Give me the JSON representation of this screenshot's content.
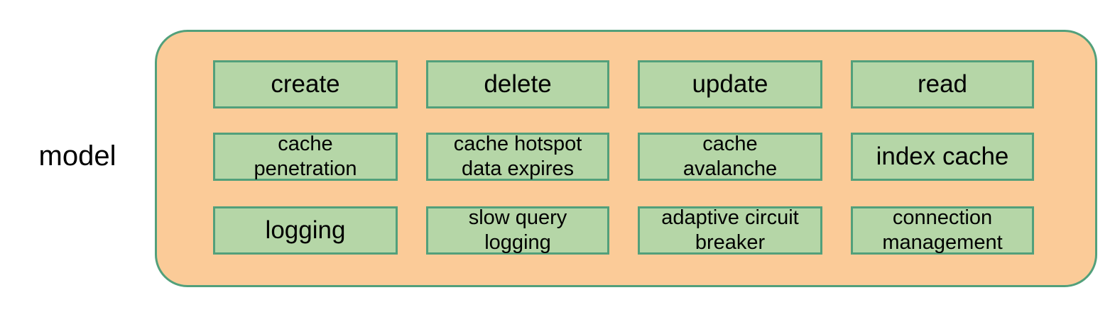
{
  "diagram": {
    "group_label": "model",
    "colors": {
      "group_fill": "#fbcb98",
      "group_border": "#52a07b",
      "node_fill": "#b5d6a7",
      "node_border": "#52a07b",
      "text": "#000000",
      "page_background": "#ffffff"
    },
    "grid": {
      "rows": 3,
      "columns": 4
    },
    "nodes": [
      {
        "id": "create",
        "label": "create",
        "row": 0,
        "col": 0,
        "lines": 1
      },
      {
        "id": "delete",
        "label": "delete",
        "row": 0,
        "col": 1,
        "lines": 1
      },
      {
        "id": "update",
        "label": "update",
        "row": 0,
        "col": 2,
        "lines": 1
      },
      {
        "id": "read",
        "label": "read",
        "row": 0,
        "col": 3,
        "lines": 1
      },
      {
        "id": "cache-penetration",
        "label": "cache\npenetration",
        "row": 1,
        "col": 0,
        "lines": 2
      },
      {
        "id": "cache-hotspot-data-expires",
        "label": "cache hotspot\ndata expires",
        "row": 1,
        "col": 1,
        "lines": 2
      },
      {
        "id": "cache-avalanche",
        "label": "cache\navalanche",
        "row": 1,
        "col": 2,
        "lines": 2
      },
      {
        "id": "index-cache",
        "label": "index cache",
        "row": 1,
        "col": 3,
        "lines": 1
      },
      {
        "id": "logging",
        "label": "logging",
        "row": 2,
        "col": 0,
        "lines": 1
      },
      {
        "id": "slow-query-logging",
        "label": "slow query\nlogging",
        "row": 2,
        "col": 1,
        "lines": 2
      },
      {
        "id": "adaptive-circuit-breaker",
        "label": "adaptive circuit\nbreaker",
        "row": 2,
        "col": 2,
        "lines": 2
      },
      {
        "id": "connection-management",
        "label": "connection\nmanagement",
        "row": 2,
        "col": 3,
        "lines": 2
      }
    ]
  }
}
